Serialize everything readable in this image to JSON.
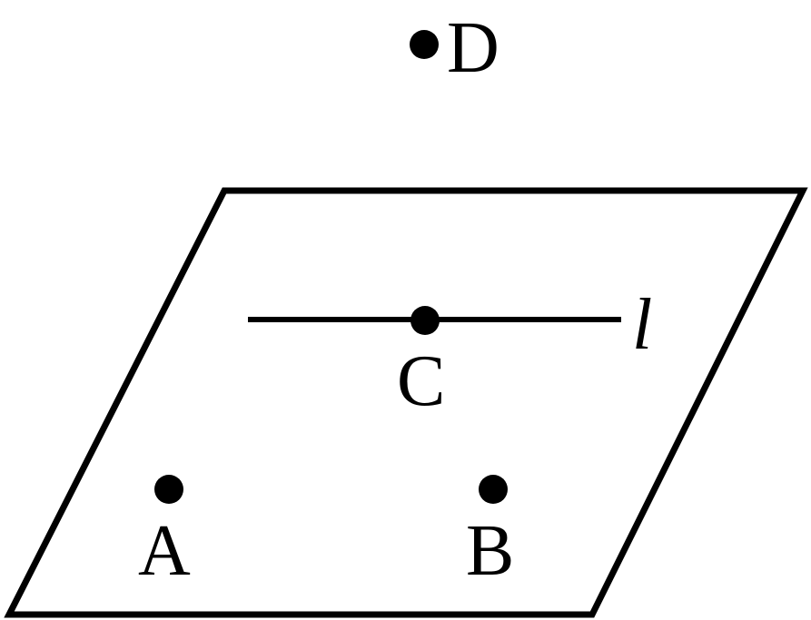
{
  "diagram": {
    "points": [
      {
        "id": "D",
        "label": "D"
      },
      {
        "id": "C",
        "label": "C"
      },
      {
        "id": "A",
        "label": "A"
      },
      {
        "id": "B",
        "label": "B"
      }
    ],
    "line": {
      "label": "l"
    },
    "colors": {
      "stroke": "#000000",
      "background": "#ffffff"
    }
  }
}
